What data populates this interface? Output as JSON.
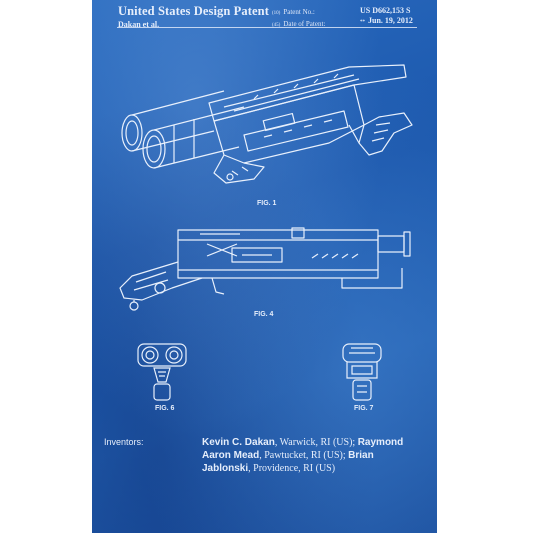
{
  "header": {
    "title": "United States Design Patent",
    "inventor_short": "Dakan et al.",
    "patent_no_code": "(10)",
    "patent_no_label": "Patent No.:",
    "date_code": "(45)",
    "date_label": "Date of Patent:",
    "date_code_marker": "**",
    "patent_no": "US D662,153 S",
    "date": "Jun. 19, 2012"
  },
  "figures": {
    "fig1": "FIG. 1",
    "fig4": "FIG. 4",
    "fig6": "FIG. 6",
    "fig7": "FIG. 7"
  },
  "inventors": {
    "label": "Inventors:",
    "people": [
      {
        "name": "Kevin C. Dakan",
        "place": ", Warwick, RI (US);"
      },
      {
        "name": "Raymond Aaron Mead",
        "place": ", Pawtucket, RI (US);"
      },
      {
        "name": "Brian Jablonski",
        "place": ", Providence, RI (US)"
      }
    ]
  },
  "colors": {
    "background": "#1f5cb0",
    "ink": "#e6eefb"
  }
}
